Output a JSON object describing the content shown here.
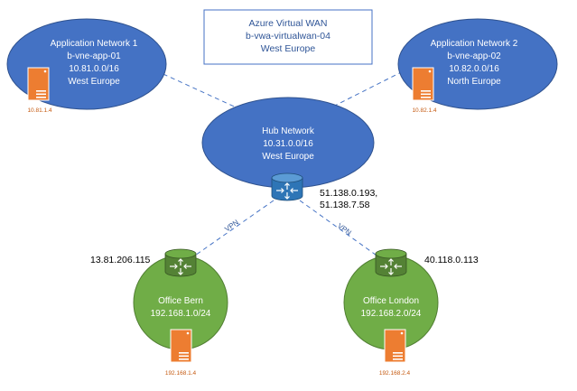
{
  "wan": {
    "lines": [
      "Azure Virtual WAN",
      "b-vwa-virtualwan-04",
      "West Europe"
    ]
  },
  "app1": {
    "lines": [
      "Application Network 1",
      "b-vne-app-01",
      "10.81.0.0/16",
      "West Europe"
    ],
    "server_ip": "10.81.1.4"
  },
  "app2": {
    "lines": [
      "Application Network 2",
      "b-vne-app-02",
      "10.82.0.0/16",
      "North Europe"
    ],
    "server_ip": "10.82.1.4"
  },
  "hub": {
    "lines": [
      "Hub Network",
      "10.31.0.0/16",
      "West Europe"
    ],
    "public_ips": [
      "51.138.0.193,",
      "51.138.7.58"
    ]
  },
  "bern": {
    "lines": [
      "Office Bern",
      "192.168.1.0/24"
    ],
    "public_ip": "13.81.206.115",
    "server_ip": "192.168.1.4"
  },
  "london": {
    "lines": [
      "Office London",
      "192.168.2.0/24"
    ],
    "public_ip": "40.118.0.113",
    "server_ip": "192.168.2.4"
  },
  "vpn_left": "VPN",
  "vpn_right": "VPN",
  "colors": {
    "azure_blue": "#4472c4",
    "office_green": "#70ad47",
    "server_orange": "#ed7d31",
    "router_blue": "#2e75b6",
    "router_green": "#548235",
    "wan_text": "#2f5597"
  }
}
